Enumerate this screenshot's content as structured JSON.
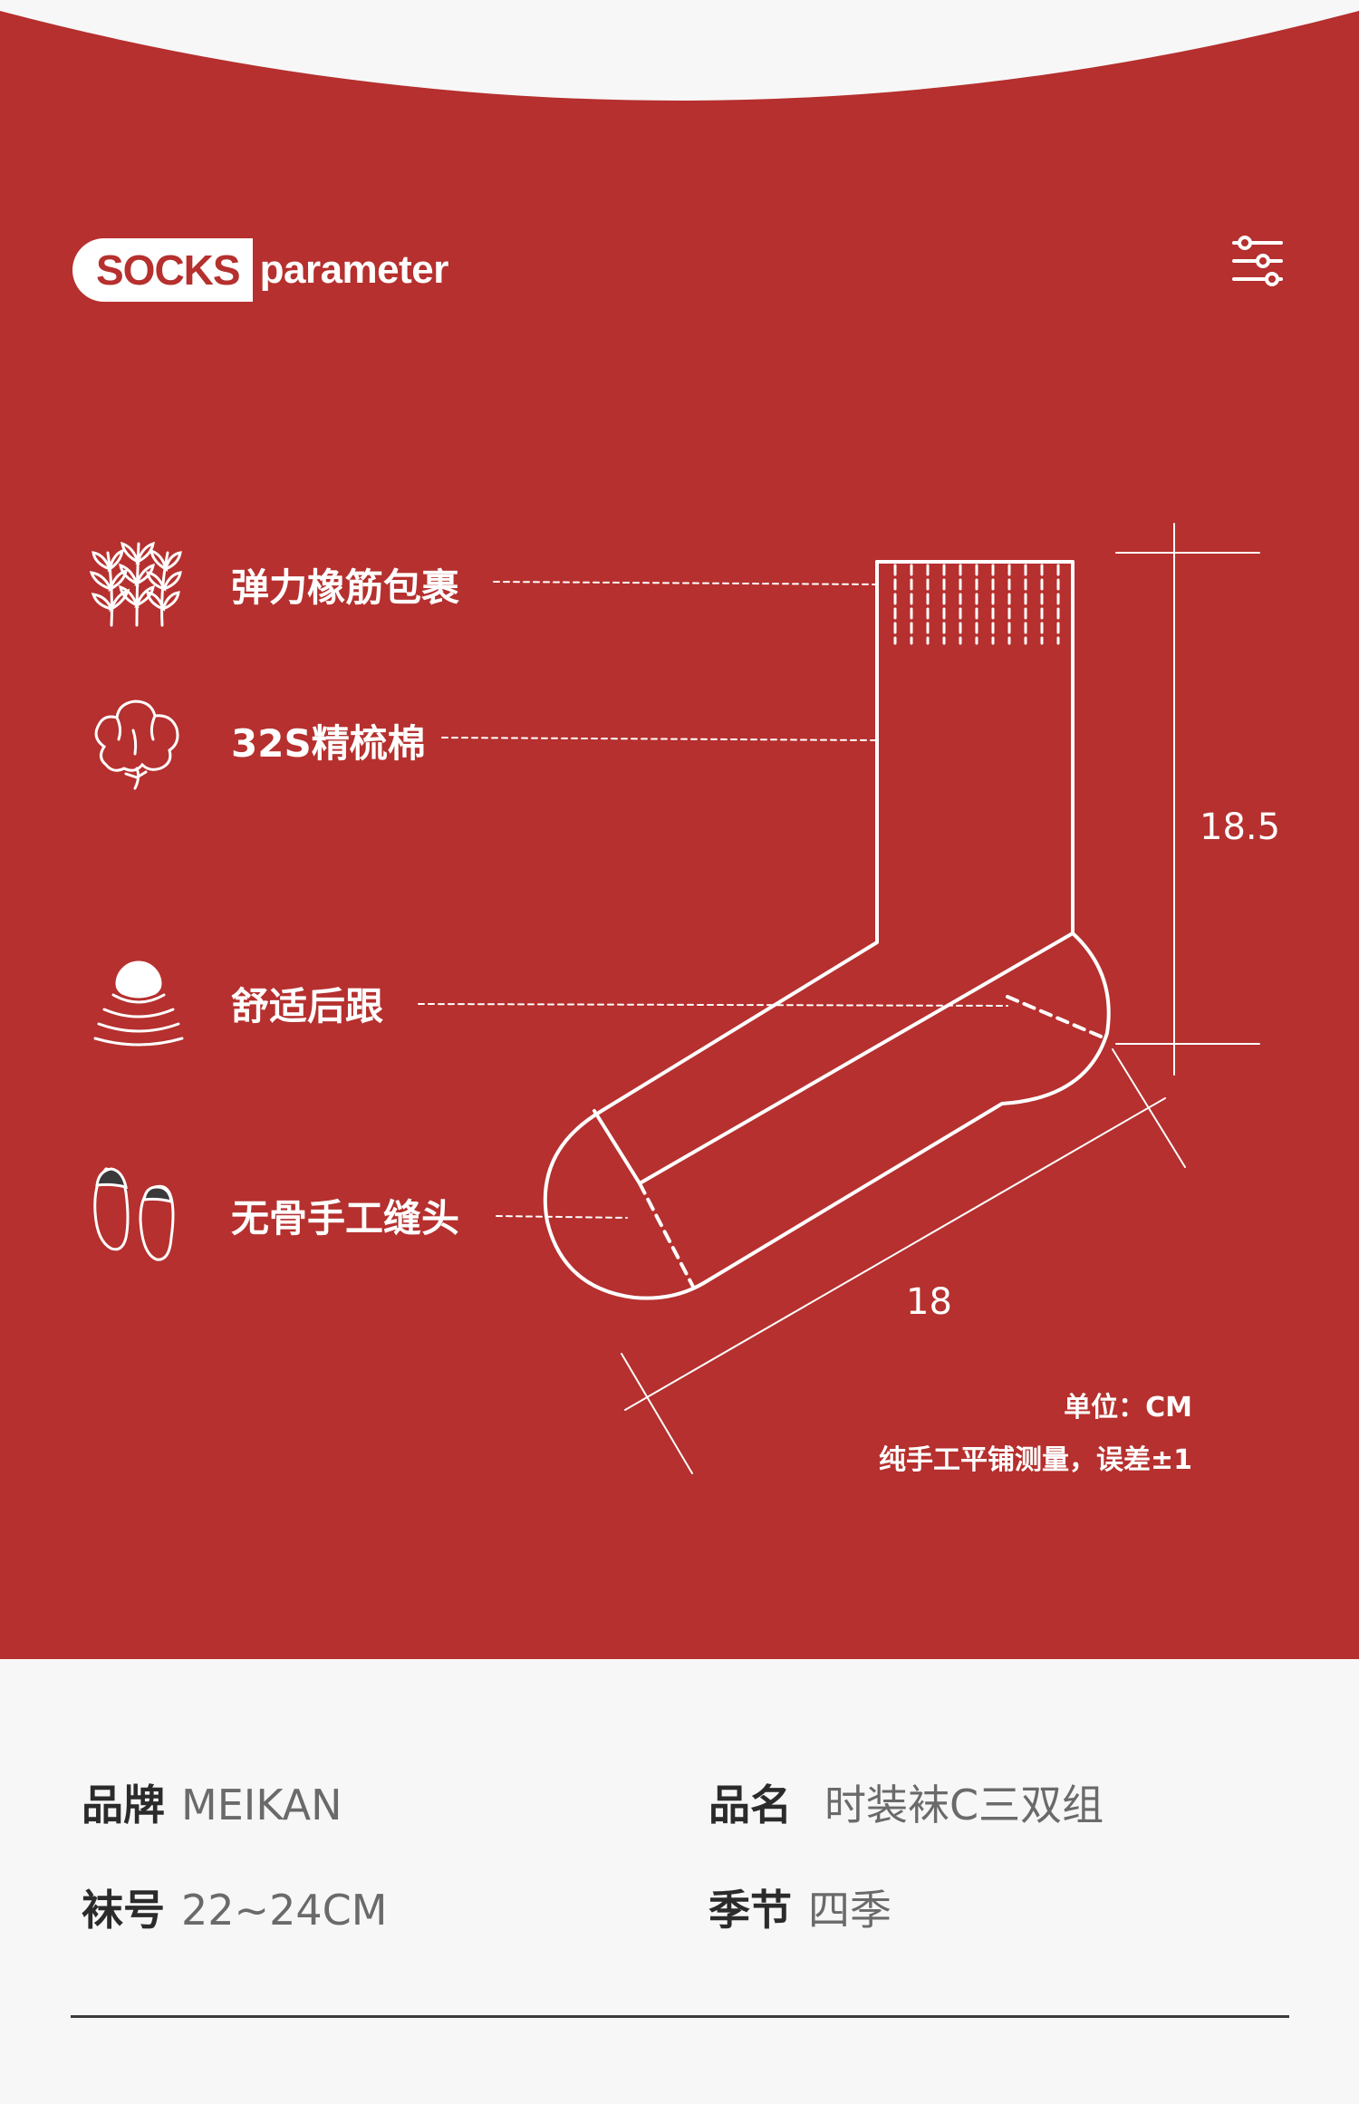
{
  "header": {
    "tag_highlight": "SOCKS",
    "tag_word": "parameter",
    "filter_icon": "sliders-icon"
  },
  "features": [
    {
      "icon": "wheat-icon",
      "label": "弹力橡筋包裹"
    },
    {
      "icon": "cotton-icon",
      "label": "32S精梳棉"
    },
    {
      "icon": "heel-cushion-icon",
      "label": "舒适后跟"
    },
    {
      "icon": "toe-seam-icon",
      "label": "无骨手工缝头"
    }
  ],
  "measurements": {
    "height": "18.5",
    "length": "18",
    "unit_note": "单位：CM",
    "tolerance_note": "纯手工平铺测量，误差±1"
  },
  "specs": {
    "brand_key": "品牌",
    "brand_value": "MEIKAN",
    "name_key": "品名",
    "name_value": "时装袜C三双组",
    "size_key": "袜号",
    "size_value": "22~24CM",
    "season_key": "季节",
    "season_value": "四季"
  },
  "colors": {
    "panel": "#b5302e",
    "background": "#f7f7f7",
    "line": "#ffffff"
  }
}
